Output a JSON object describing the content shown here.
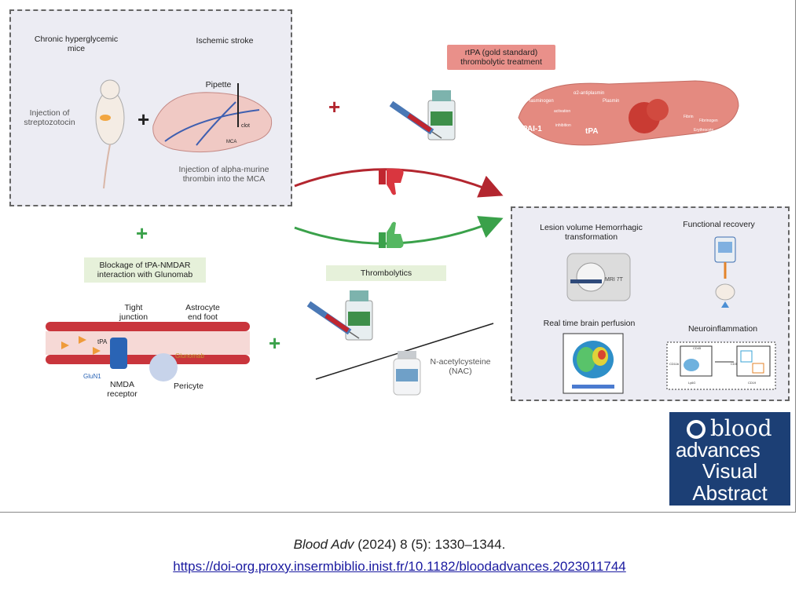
{
  "diagram": {
    "top_left": {
      "mice_label": "Chronic hyperglycemic mice",
      "stroke_label": "Ischemic stroke",
      "injection_stz": "Injection of streptozotocin",
      "pipette": "Pipette",
      "clot": "clot",
      "mca": "MCA",
      "injection_thrombin": "Injection of alpha-murine thrombin into the MCA"
    },
    "rtpa": {
      "title": "rtPA (gold standard) thrombolytic treatment",
      "plasminogen": "Plasminogen",
      "antiplasmin": "α2-antiplasmin",
      "plasmin": "Plasmin",
      "activation": "activation",
      "inhibition": "inhibition",
      "pai": "PAI-1",
      "tpa": "tPA",
      "fibrin": "Fibrin",
      "fibrinogen": "Fibrinogen",
      "erythrocyte": "Erythrocyte"
    },
    "blockage": {
      "title": "Blockage of tPA-NMDAR interaction with Glunomab",
      "tight_junction": "Tight junction",
      "astrocyte": "Astrocyte end foot",
      "tpa": "tPA",
      "glunomab": "Glunomab",
      "glun1": "GluN1",
      "nmda": "NMDA receptor",
      "pericyte": "Pericyte"
    },
    "thrombolytics": {
      "title": "Thrombolytics",
      "nac": "N-acetylcysteine (NAC)"
    },
    "outcomes": {
      "lesion": "Lesion volume Hemorrhagic transformation",
      "functional": "Functional recovery",
      "mri": "MRI 7T",
      "perfusion": "Real time brain perfusion",
      "neuro": "Neuroinflammation",
      "cd11b": "CD11b",
      "ly6g": "Ly6G",
      "cd45": "CD45",
      "cd3": "CD3",
      "cd19": "CD19"
    },
    "symbols": {
      "plus": "+"
    }
  },
  "logo": {
    "line1": "blood",
    "line2": "advances",
    "line3": "Visual",
    "line4": "Abstract"
  },
  "citation": {
    "journal": "Blood Adv",
    "details": " (2024) 8 (5): 1330–1344.",
    "url": "https://doi-org.proxy.insermbiblio.inist.fr/10.1182/bloodadvances.2023011744"
  },
  "colors": {
    "red_arrow": "#b3262f",
    "green_arrow": "#3aa14a",
    "logo_bg": "#1c3f75",
    "box_bg": "#ececf3"
  }
}
